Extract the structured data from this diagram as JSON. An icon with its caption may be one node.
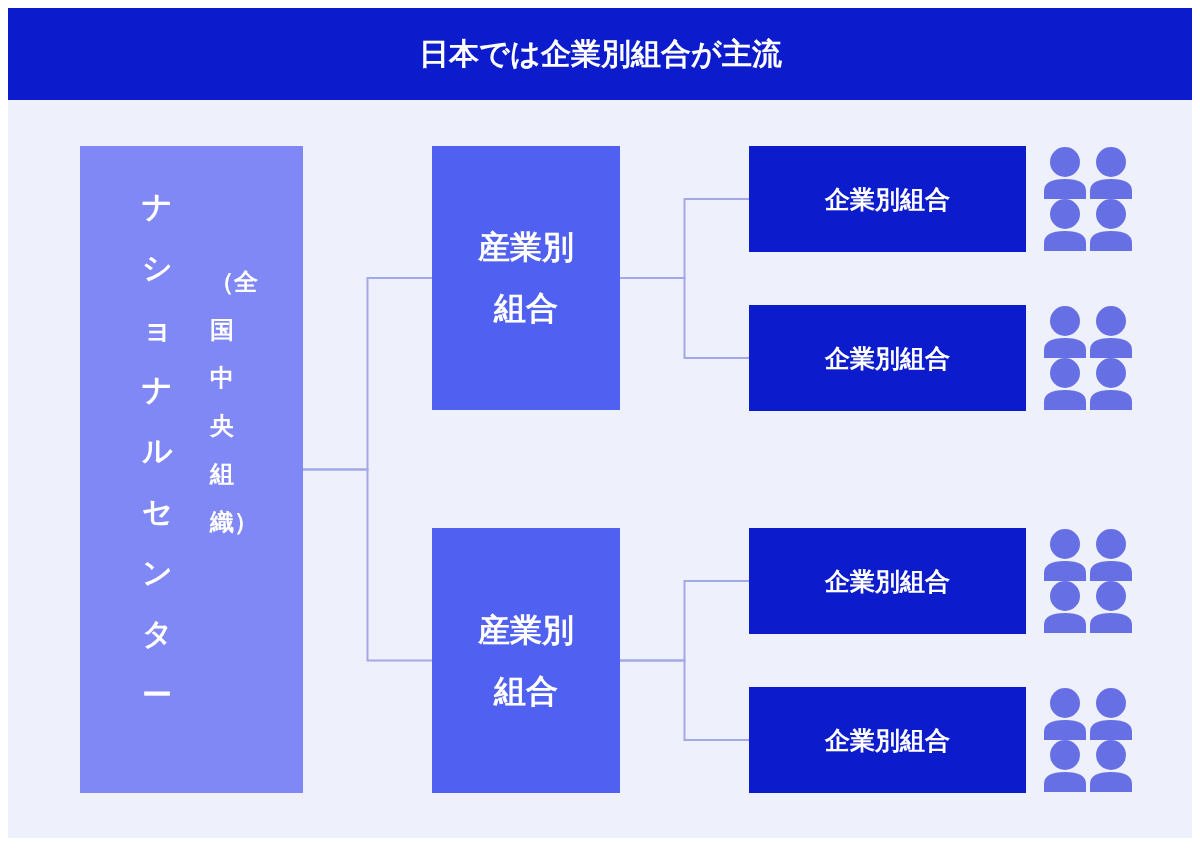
{
  "diagram": {
    "title": "日本では**企業別組合**が主流",
    "nodes": [
      {
        "text": [
          "ナショナルセンター",
          "（全国中央組織）"
        ]
      },
      {
        "text": [
          "産業別組合"
        ]
      },
      {
        "text": [
          "産業別組合"
        ]
      },
      {
        "text": [
          "**企業別**組合"
        ]
      },
      {
        "text": [
          "**企業別**組合"
        ]
      },
      {
        "text": [
          "**企業別**組合"
        ]
      },
      {
        "text": [
          "**企業別**組合"
        ]
      }
    ],
    "edges": [
      {
        "from": 0,
        "to": 1,
        "arrow": "none"
      },
      {
        "from": 0,
        "to": 2,
        "arrow": "none"
      },
      {
        "from": 1,
        "to": 3,
        "arrow": "none"
      },
      {
        "from": 1,
        "to": 4,
        "arrow": "none"
      },
      {
        "from": 2,
        "to": 5,
        "arrow": "none"
      },
      {
        "from": 2,
        "to": 6,
        "arrow": "none"
      }
    ]
  }
}
